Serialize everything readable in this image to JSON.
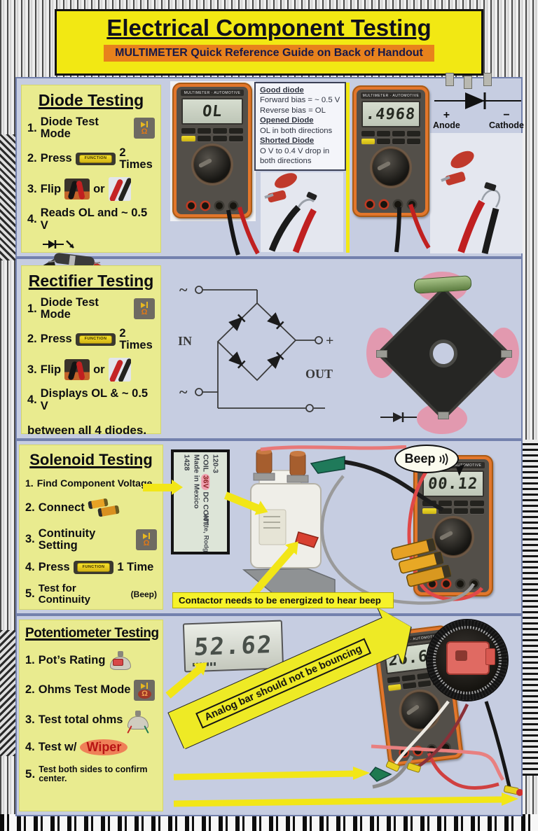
{
  "header": {
    "title": "Electrical Component Testing",
    "subtitle": "MULTIMETER Quick Reference Guide on Back of Handout"
  },
  "icons": {
    "omega": "Ω"
  },
  "meters": {
    "brand": "MULTIMETER · AUTOMOTIVE",
    "function_label": "FUNCTION",
    "readings": {
      "diode_reverse": "OL",
      "diode_forward": ".4968",
      "solenoid": "00.12",
      "pot_total": "52.62",
      "pot_wiper": "26.64"
    }
  },
  "diode": {
    "title": "Diode Testing",
    "step1_num": "1.",
    "step1": "Diode Test Mode",
    "step2_num": "2.",
    "step2_pre": "Press",
    "step2_post": "2 Times",
    "step3_num": "3.",
    "step3_pre": "Flip",
    "step3_mid": "or",
    "step4_num": "4.",
    "step4": "Reads OL and ~ 0.5 V",
    "info": {
      "h1": "Good diode",
      "l1": "Forward bias = ~ 0.5 V",
      "l2": "Reverse bias = OL",
      "h2": "Opened Diode",
      "l3": "OL in both directions",
      "h3": "Shorted Diode",
      "l4": "O V to 0.4 V drop in",
      "l5": "both directions"
    },
    "symbol": {
      "plus": "+",
      "anode": "Anode",
      "minus": "−",
      "cathode": "Cathode"
    }
  },
  "rectifier": {
    "title": "Rectifier Testing",
    "step1_num": "1.",
    "step1": "Diode Test Mode",
    "step2_num": "2.",
    "step2_pre": "Press",
    "step2_post": "2 Times",
    "step3_num": "3.",
    "step3_pre": "Flip",
    "step3_mid": "or",
    "step4_num": "4.",
    "step4": "Displays OL & ~ 0.5 V",
    "footer": "between all 4 diodes.",
    "schematic": {
      "in": "IN",
      "out": "OUT",
      "plus": "+",
      "tilde": "~"
    }
  },
  "solenoid": {
    "title": "Solenoid Testing",
    "step1_num": "1.",
    "step1": "Find Component Voltage",
    "step2_num": "2.",
    "step2": "Connect",
    "step3_num": "3.",
    "step3": "Continuity Setting",
    "step4_num": "4.",
    "step4_pre": "Press",
    "step4_post": "1 Time",
    "step5_num": "5.",
    "step5": "Test for Continuity",
    "step5_note": "(Beep)",
    "label": {
      "line1": "120-3",
      "line2_pre": "COIL ",
      "line2_hl": "36V",
      "line2_post": " DC CONT.",
      "line3": "Made in Mexico",
      "line4": "1428",
      "brand": "White, Rodgers"
    },
    "beep": "Beep",
    "callout": "Contactor needs to be energized to hear beep"
  },
  "potentiometer": {
    "title": "Potentiometer Testing",
    "step1_num": "1.",
    "step1": "Pot’s Rating",
    "step2_num": "2.",
    "step2": "Ohms Test Mode",
    "step3_num": "3.",
    "step3": "Test total ohms",
    "step4_num": "4.",
    "step4_pre": "Test w/",
    "step4_hl": "Wiper",
    "step5_num": "5.",
    "step5": "Test both sides to confirm center.",
    "arrow_note": "Analog bar should not be bouncing"
  }
}
